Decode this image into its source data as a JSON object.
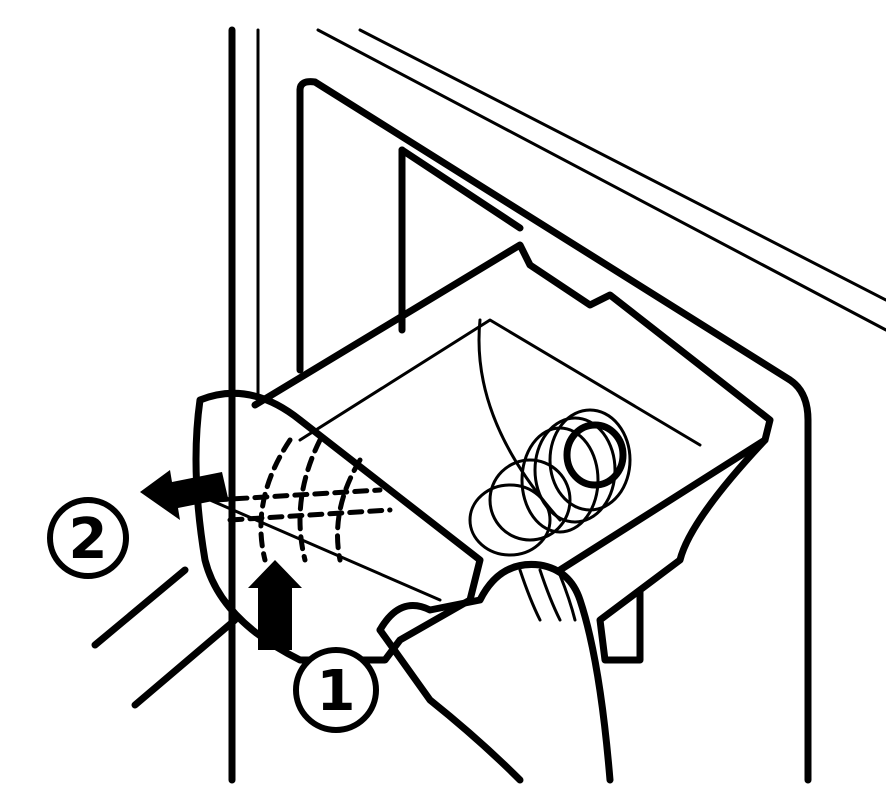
{
  "illustration": {
    "steps": [
      {
        "label": "1",
        "action": "push up"
      },
      {
        "label": "2",
        "action": "pull out"
      }
    ]
  }
}
